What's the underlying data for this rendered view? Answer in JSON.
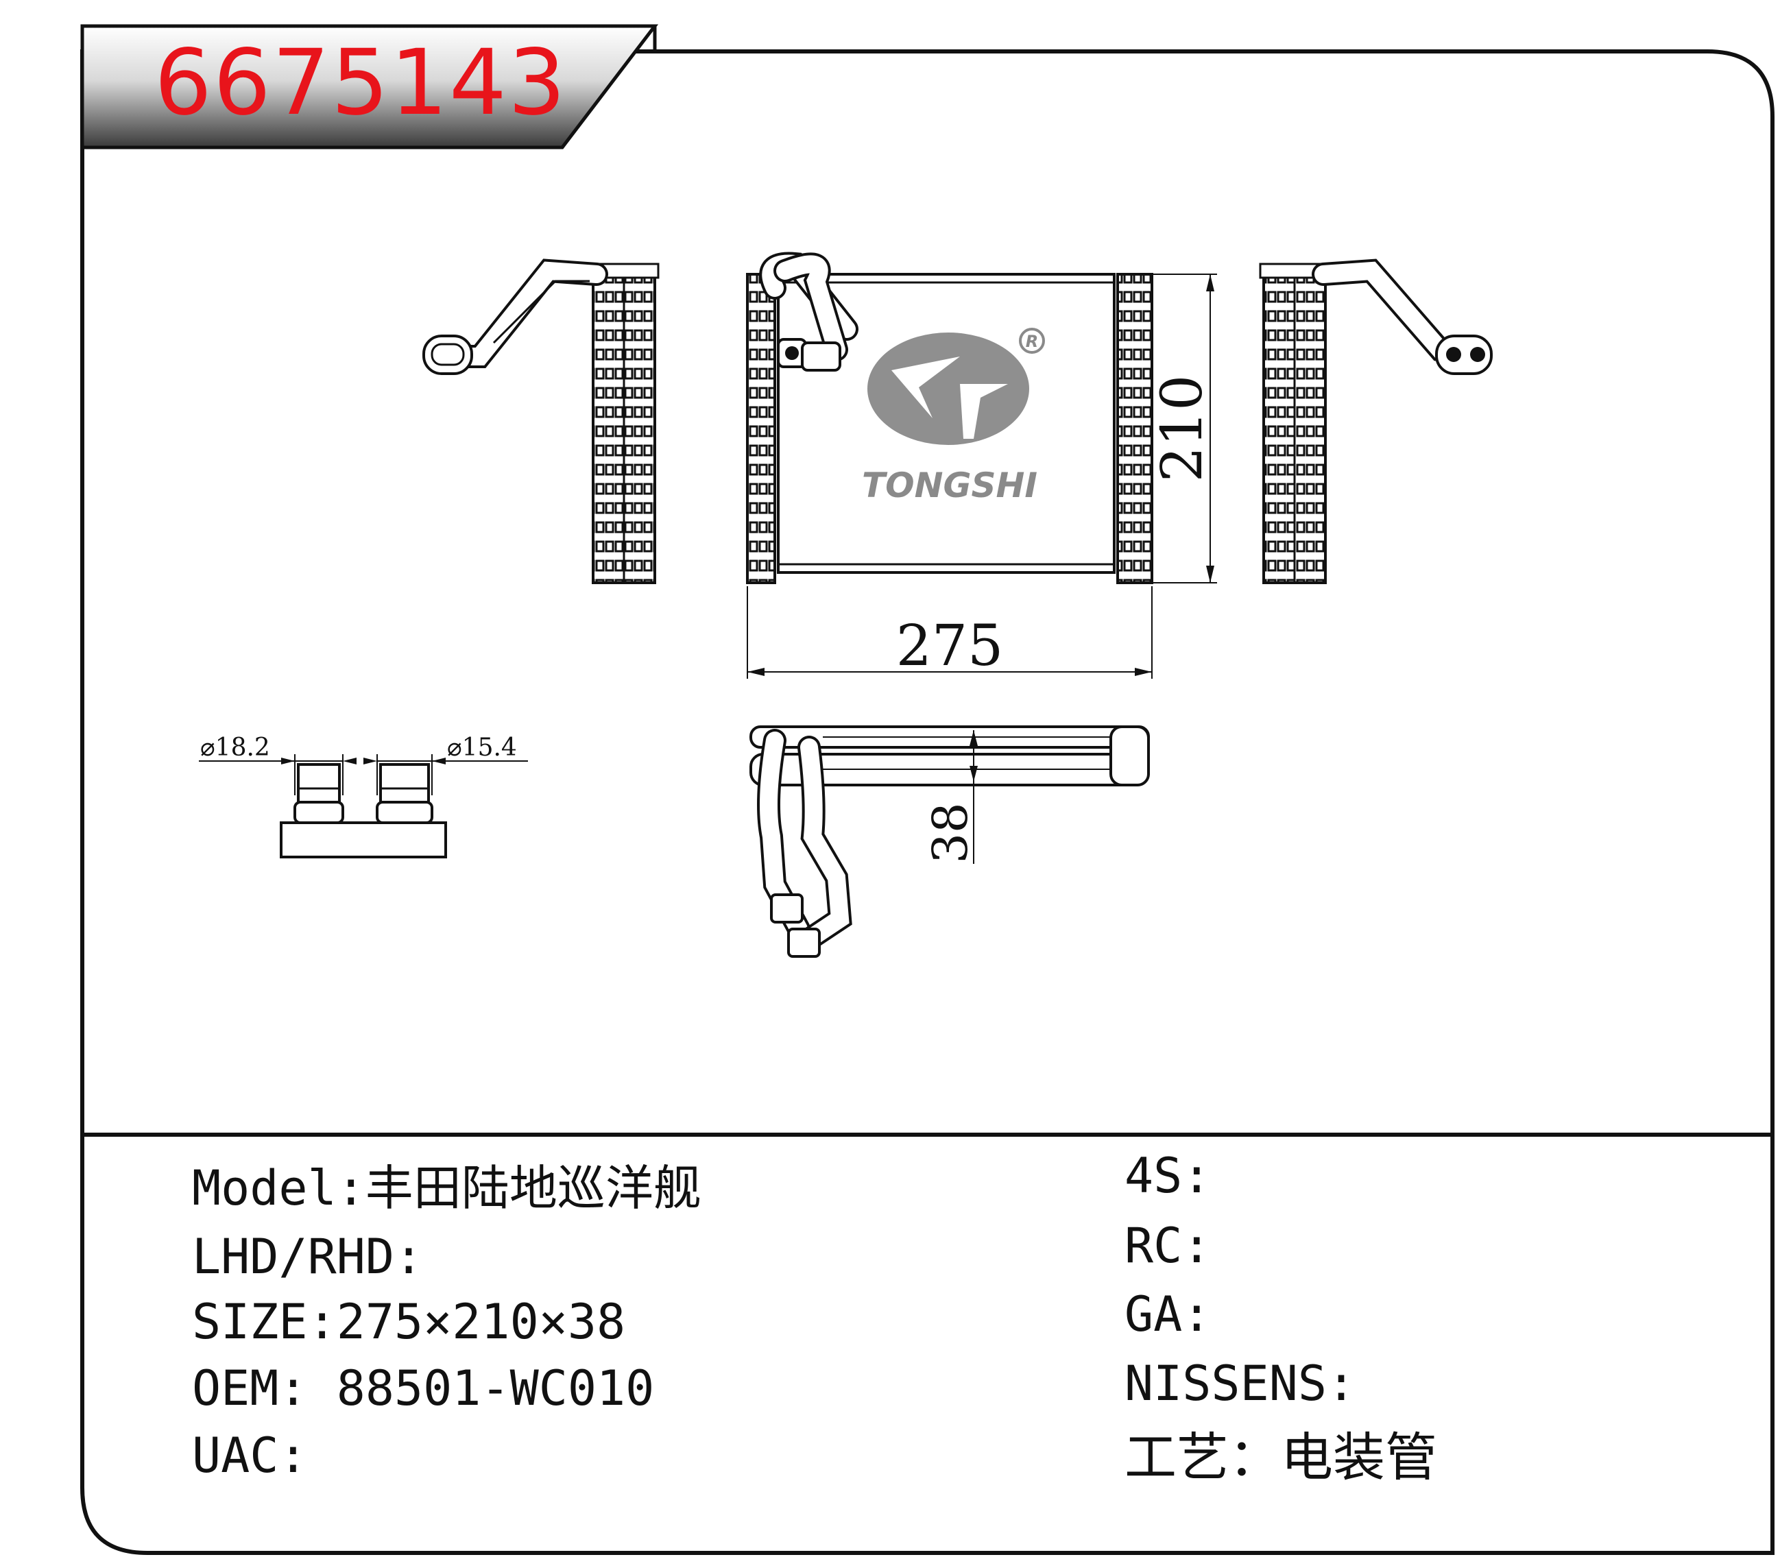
{
  "header": {
    "part_number": "6675143"
  },
  "drawing": {
    "brand": "TONGSHI",
    "registered_mark": "R",
    "dimensions": {
      "width": "275",
      "height": "210",
      "depth": "38"
    },
    "fittings": {
      "left_diameter": "⌀18.2",
      "right_diameter": "⌀15.4"
    }
  },
  "specs": {
    "model": "Model:丰田陆地巡洋舰",
    "hand": "LHD/RHD:",
    "size": "SIZE:275×210×38",
    "oem": "OEM: 88501-WC010",
    "uac": "UAC:",
    "s4": "4S:",
    "rc": "RC:",
    "ga": "GA:",
    "nissens": "NISSENS:",
    "process": "工艺：电装管"
  },
  "colors": {
    "part_number": "#e8141b",
    "line": "#111111",
    "logo": "#8a8a8a"
  }
}
